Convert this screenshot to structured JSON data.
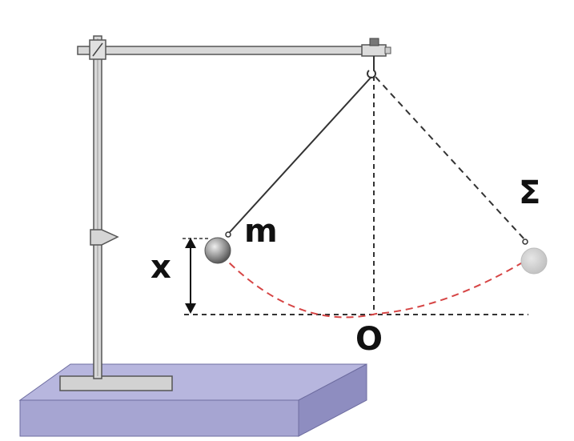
{
  "labels": {
    "mass": "m",
    "height": "x",
    "origin": "O",
    "sigma": "Σ"
  },
  "colors": {
    "base_top": "#b7b6de",
    "base_front": "#a6a5d2",
    "base_side": "#8e8dc0",
    "stand": "#555555",
    "trajectory": "#d64545",
    "dashed_line": "#333333",
    "ball": "#9a9a9a",
    "ball_ghost": "#cccccc"
  }
}
